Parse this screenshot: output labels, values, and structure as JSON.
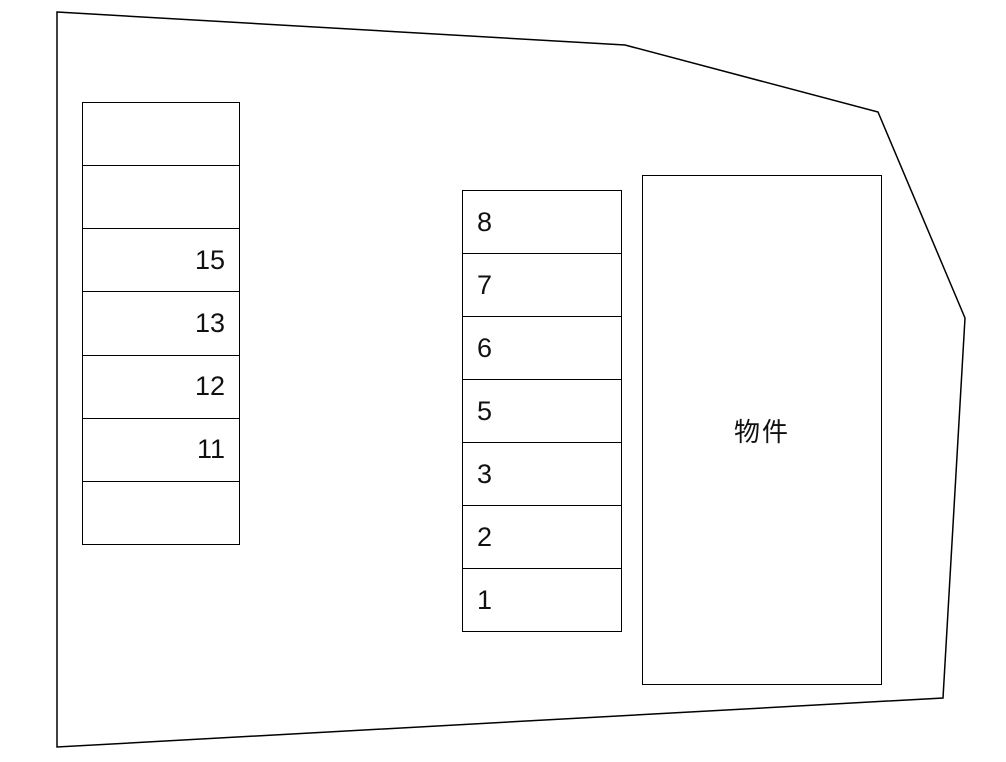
{
  "diagram": {
    "title": "parking-layout-plan",
    "property_label": "物件",
    "line_color": "#000000",
    "background_color": "#ffffff"
  },
  "left_column": {
    "cells": [
      {
        "label": ""
      },
      {
        "label": ""
      },
      {
        "label": "15"
      },
      {
        "label": "13"
      },
      {
        "label": "12"
      },
      {
        "label": "11"
      },
      {
        "label": ""
      }
    ]
  },
  "middle_column": {
    "cells": [
      {
        "label": "8"
      },
      {
        "label": "7"
      },
      {
        "label": "6"
      },
      {
        "label": "5"
      },
      {
        "label": "3"
      },
      {
        "label": "2"
      },
      {
        "label": "1"
      }
    ]
  }
}
